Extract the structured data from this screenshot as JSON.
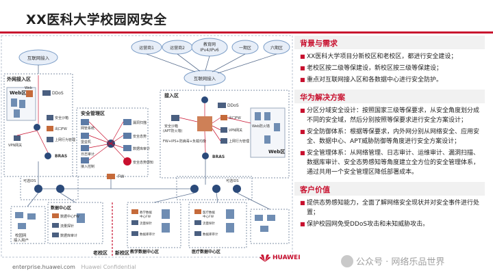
{
  "title": "XX医科大学校园网安全",
  "diagram": {
    "clouds": [
      "运营商1",
      "运营商2",
      "教育网\nIPv4/IPv6",
      "一期区",
      "六期区"
    ],
    "inet_box": "互联网接入",
    "inet_box2": "互联网接入",
    "ext_zone": "外网接入区",
    "web_area": "Web区",
    "web_fw": "Web\n防火墙",
    "ddos": "DDoS",
    "ips": "安全沙箱",
    "next_fw": "出口FW",
    "vpn": "VPN网关",
    "behavior": "上网行为管理",
    "bras": "BRAS",
    "sec_mgmt": "安全管理区",
    "mgmt_items": [
      "网管系统",
      "漏洞扫描",
      "堡垒机",
      "安全态势",
      "日志审计",
      "数据库审计",
      "接入控制",
      "安全态势感知"
    ],
    "fw": "FW",
    "access_zone": "接入区",
    "apt": "安全沙箱\n(APT防火墙)",
    "fw_ips": "FW+IPS+防病毒+负载均衡",
    "outlet_fw": "出口FW",
    "vpn2": "VPN网关",
    "behavior2": "上网行为管理",
    "bras2": "BRAS",
    "web_area2": "Web区",
    "web_fw2": "Web防火墙",
    "core_left": "可选IDS",
    "core_right": "可选IDS",
    "dc_left": "数据中心区",
    "dc_fw": "数据中心FW",
    "teach": "教学数据中心区",
    "med": "医疗数据中心区",
    "campus_user": "校园网\n接入用户",
    "old_campus": "老校区",
    "new_campus": "新校区",
    "small_labels": [
      "数据库审计",
      "流量探针",
      "数据中心FW",
      "教学数据中心FW",
      "医疗数据中心FW"
    ]
  },
  "panel": {
    "background": {
      "header": "背景与需求",
      "items": [
        "XX医科大学项目分新校区和老校区，都进行安全建设；",
        "老校区按二级等保建设，新校区按三级等保建设；",
        "重点对互联网接入区和各数据中心进行安全防护。"
      ]
    },
    "solution": {
      "header": "华为解决方案",
      "items": [
        "分区分域安全设计：按照国家三级等保要求，从安全角度划分成不同的安全域，然后分别按照等保要求进行安全方案设计；",
        "安全防御体系：根据等保要求，内外网分别从网络安全、应用安全、数据中心、APT威胁防御等角度进行安全方案设计；",
        "安全管理体系：从网络管理、日志审计、运维审计、漏洞扫描、数据库审计、安全态势感知等角度建立全方位的安全管理体系，通过共用一个安全管理区降低部署成本。"
      ]
    },
    "value": {
      "header": "客户价值",
      "items": [
        "提供态势感知能力，全面了解网络安全现状并对安全事件进行处置；",
        "保护校园网免受DDoS攻击和未知威胁攻击。"
      ]
    }
  },
  "footer": {
    "site": "enterprise.huawei.com",
    "conf": "Huawei Confidential"
  },
  "logo_text": "HUAWEI",
  "watermark": "公众号 · 网络乐品世界",
  "colors": {
    "accent": "#c8102e",
    "zone_border": "#7f8fa6",
    "router": "#2b4a7a"
  }
}
